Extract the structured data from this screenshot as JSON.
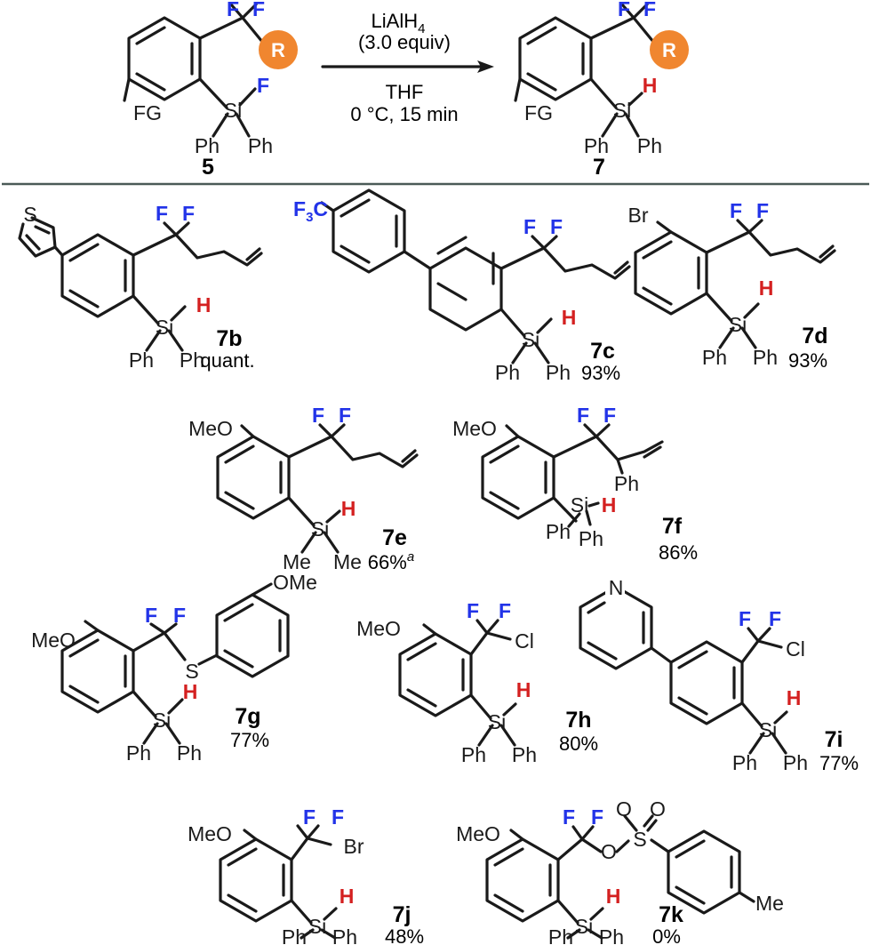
{
  "colors": {
    "fluorine": "#2233e8",
    "hydrogen": "#d42020",
    "r_group": "#f0862f",
    "divider": "#4a5a57"
  },
  "reaction": {
    "reactant": {
      "label": "5",
      "atoms": {
        "F1": "F",
        "F2": "F",
        "R": "R",
        "Si": "Si",
        "SiF": "F",
        "FG": "FG",
        "Ph1": "Ph",
        "Ph2": "Ph"
      }
    },
    "conditions": {
      "reagent": "LiAlH",
      "reagent_sub": "4",
      "equiv": "(3.0 equiv)",
      "solvent": "THF",
      "temp_time": "0 °C, 15 min"
    },
    "product": {
      "label": "7",
      "atoms": {
        "F1": "F",
        "F2": "F",
        "R": "R",
        "Si": "Si",
        "H": "H",
        "FG": "FG",
        "Ph1": "Ph",
        "Ph2": "Ph"
      }
    }
  },
  "compounds": [
    {
      "id": "7b",
      "label": "7b",
      "yield": "quant.",
      "atoms": {
        "S": "S",
        "F1": "F",
        "F2": "F",
        "Si": "Si",
        "H": "H",
        "Ph1": "Ph",
        "Ph2": "Ph"
      }
    },
    {
      "id": "7c",
      "label": "7c",
      "yield": "93%",
      "atoms": {
        "F3C": "F",
        "F3C_sub": "3",
        "F3C_C": "C",
        "F1": "F",
        "F2": "F",
        "Si": "Si",
        "H": "H",
        "Ph1": "Ph",
        "Ph2": "Ph"
      }
    },
    {
      "id": "7d",
      "label": "7d",
      "yield": "93%",
      "atoms": {
        "Br": "Br",
        "F1": "F",
        "F2": "F",
        "Si": "Si",
        "H": "H",
        "Ph1": "Ph",
        "Ph2": "Ph"
      }
    },
    {
      "id": "7e",
      "label": "7e",
      "yield": "66%",
      "yield_note": "a",
      "atoms": {
        "MeO": "MeO",
        "F1": "F",
        "F2": "F",
        "Si": "Si",
        "H": "H",
        "Me1": "Me",
        "Me2": "Me"
      }
    },
    {
      "id": "7f",
      "label": "7f",
      "yield": "86%",
      "atoms": {
        "MeO": "MeO",
        "F1": "F",
        "F2": "F",
        "Ph": "Ph",
        "Si": "Si",
        "H": "H",
        "Ph1": "Ph",
        "Ph2": "Ph"
      }
    },
    {
      "id": "7g",
      "label": "7g",
      "yield": "77%",
      "atoms": {
        "MeO": "MeO",
        "OMe": "OMe",
        "S": "S",
        "F1": "F",
        "F2": "F",
        "Si": "Si",
        "H": "H",
        "Ph1": "Ph",
        "Ph2": "Ph"
      }
    },
    {
      "id": "7h",
      "label": "7h",
      "yield": "80%",
      "atoms": {
        "MeO": "MeO",
        "F1": "F",
        "F2": "F",
        "Cl": "Cl",
        "Si": "Si",
        "H": "H",
        "Ph1": "Ph",
        "Ph2": "Ph"
      }
    },
    {
      "id": "7i",
      "label": "7i",
      "yield": "77%",
      "atoms": {
        "N": "N",
        "F1": "F",
        "F2": "F",
        "Cl": "Cl",
        "Si": "Si",
        "H": "H",
        "Ph1": "Ph",
        "Ph2": "Ph"
      }
    },
    {
      "id": "7j",
      "label": "7j",
      "yield": "48%",
      "atoms": {
        "MeO": "MeO",
        "F1": "F",
        "F2": "F",
        "Br": "Br",
        "Si": "Si",
        "H": "H",
        "Ph1": "Ph",
        "Ph2": "Ph"
      }
    },
    {
      "id": "7k",
      "label": "7k",
      "yield": "0%",
      "atoms": {
        "MeO": "MeO",
        "F1": "F",
        "F2": "F",
        "O": "O",
        "S": "S",
        "O1": "O",
        "O2": "O",
        "Me": "Me",
        "Si": "Si",
        "H": "H",
        "Ph1": "Ph",
        "Ph2": "Ph"
      }
    }
  ]
}
